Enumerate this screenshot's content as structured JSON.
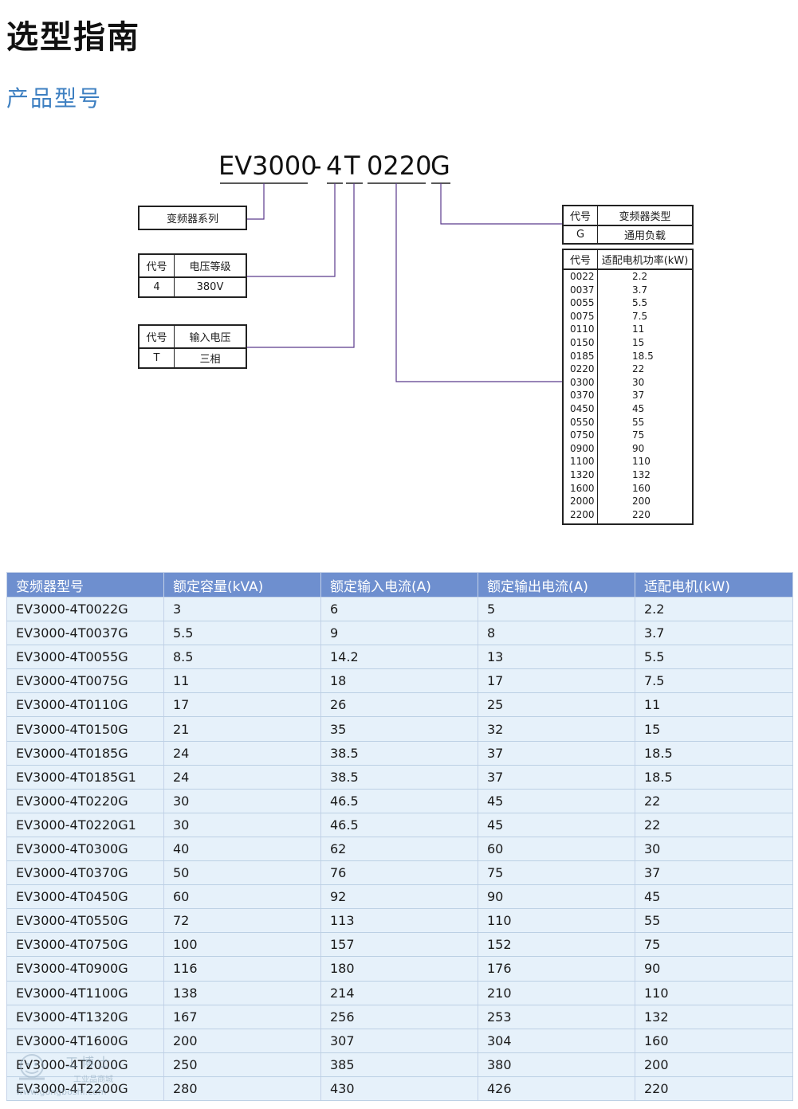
{
  "page": {
    "title": "选型指南",
    "section": "产品型号"
  },
  "model_code": {
    "series": "EV3000",
    "dash": "-",
    "voltage": "4",
    "input": "T",
    "power": "0220",
    "type": "G"
  },
  "series_box": {
    "label": "变频器系列"
  },
  "voltage_box": {
    "col1": "代号",
    "col2": "电压等级",
    "code": "4",
    "value": "380V"
  },
  "input_box": {
    "col1": "代号",
    "col2": "输入电压",
    "code": "T",
    "value": "三相"
  },
  "type_box": {
    "col1": "代号",
    "col2": "变频器类型",
    "code": "G",
    "value": "通用负载"
  },
  "power_box": {
    "col1": "代号",
    "col2": "适配电机功率(kW)",
    "rows": [
      {
        "code": "0022",
        "kw": "2.2"
      },
      {
        "code": "0037",
        "kw": "3.7"
      },
      {
        "code": "0055",
        "kw": "5.5"
      },
      {
        "code": "0075",
        "kw": "7.5"
      },
      {
        "code": "0110",
        "kw": "11"
      },
      {
        "code": "0150",
        "kw": "15"
      },
      {
        "code": "0185",
        "kw": "18.5"
      },
      {
        "code": "0220",
        "kw": "22"
      },
      {
        "code": "0300",
        "kw": "30"
      },
      {
        "code": "0370",
        "kw": "37"
      },
      {
        "code": "0450",
        "kw": "45"
      },
      {
        "code": "0550",
        "kw": "55"
      },
      {
        "code": "0750",
        "kw": "75"
      },
      {
        "code": "0900",
        "kw": "90"
      },
      {
        "code": "1100",
        "kw": "110"
      },
      {
        "code": "1320",
        "kw": "132"
      },
      {
        "code": "1600",
        "kw": "160"
      },
      {
        "code": "2000",
        "kw": "200"
      },
      {
        "code": "2200",
        "kw": "220"
      }
    ]
  },
  "table": {
    "headers": [
      "变频器型号",
      "额定容量(kVA)",
      "额定输入电流(A)",
      "额定输出电流(A)",
      "适配电机(kW)"
    ],
    "rows": [
      [
        "EV3000-4T0022G",
        "3",
        "6",
        "5",
        "2.2"
      ],
      [
        "EV3000-4T0037G",
        "5.5",
        "9",
        "8",
        "3.7"
      ],
      [
        "EV3000-4T0055G",
        "8.5",
        "14.2",
        "13",
        "5.5"
      ],
      [
        "EV3000-4T0075G",
        "11",
        "18",
        "17",
        "7.5"
      ],
      [
        "EV3000-4T0110G",
        "17",
        "26",
        "25",
        "11"
      ],
      [
        "EV3000-4T0150G",
        "21",
        "35",
        "32",
        "15"
      ],
      [
        "EV3000-4T0185G",
        "24",
        "38.5",
        "37",
        "18.5"
      ],
      [
        "EV3000-4T0185G1",
        "24",
        "38.5",
        "37",
        "18.5"
      ],
      [
        "EV3000-4T0220G",
        "30",
        "46.5",
        "45",
        "22"
      ],
      [
        "EV3000-4T0220G1",
        "30",
        "46.5",
        "45",
        "22"
      ],
      [
        "EV3000-4T0300G",
        "40",
        "62",
        "60",
        "30"
      ],
      [
        "EV3000-4T0370G",
        "50",
        "76",
        "75",
        "37"
      ],
      [
        "EV3000-4T0450G",
        "60",
        "92",
        "90",
        "45"
      ],
      [
        "EV3000-4T0550G",
        "72",
        "113",
        "110",
        "55"
      ],
      [
        "EV3000-4T0750G",
        "100",
        "157",
        "152",
        "75"
      ],
      [
        "EV3000-4T0900G",
        "116",
        "180",
        "176",
        "90"
      ],
      [
        "EV3000-4T1100G",
        "138",
        "214",
        "210",
        "110"
      ],
      [
        "EV3000-4T1320G",
        "167",
        "256",
        "253",
        "132"
      ],
      [
        "EV3000-4T1600G",
        "200",
        "307",
        "304",
        "160"
      ],
      [
        "EV3000-4T2000G",
        "250",
        "385",
        "380",
        "200"
      ],
      [
        "EV3000-4T2200G",
        "280",
        "430",
        "426",
        "220"
      ]
    ]
  },
  "watermark": {
    "brand": "工博士",
    "subtitle": "工业品商城",
    "url": "www.gongboshi.com"
  }
}
